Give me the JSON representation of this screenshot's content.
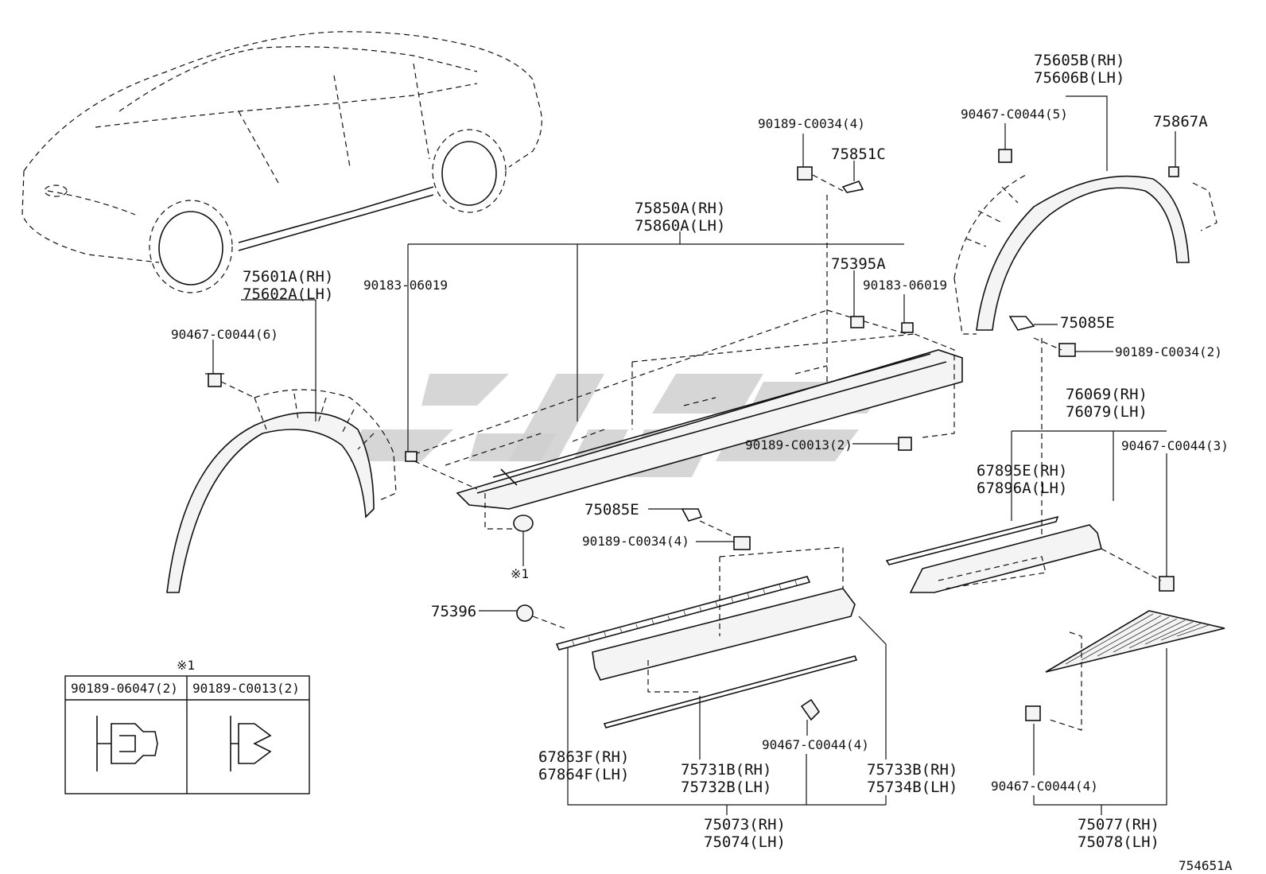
{
  "labels": {
    "p75601": "75601A(RH)",
    "p75602": "75602A(LH)",
    "c90467_6": "90467-C0044(6)",
    "p75850": "75850A(RH)",
    "p75860": "75860A(LH)",
    "p90183_left": "90183-06019",
    "p90183_right": "90183-06019",
    "c90189_0034_4_top": "90189-C0034(4)",
    "p75851C": "75851C",
    "p75395A": "75395A",
    "p75605": "75605B(RH)",
    "p75606": "75606B(LH)",
    "c90467_5": "90467-C0044(5)",
    "p75867A": "75867A",
    "p75085E_right": "75085E",
    "c90189_0034_2": "90189-C0034(2)",
    "c90189_0013_2": "90189-C0013(2)",
    "p76069": "76069(RH)",
    "p76079": "76079(LH)",
    "p67895": "67895E(RH)",
    "p67896": "67896A(LH)",
    "c90467_3": "90467-C0044(3)",
    "p75085E_mid": "75085E",
    "c90189_0034_4_mid": "90189-C0034(4)",
    "note_mark": "※1",
    "p75396": "75396",
    "c90467_4_mid": "90467-C0044(4)",
    "p67863": "67863F(RH)",
    "p67864": "67864F(LH)",
    "p75731": "75731B(RH)",
    "p75732": "75732B(LH)",
    "p75733": "75733B(RH)",
    "p75734": "75734B(LH)",
    "p75073": "75073(RH)",
    "p75074": "75074(LH)",
    "c90467_4_right": "90467-C0044(4)",
    "p75077": "75077(RH)",
    "p75078": "75078(LH)",
    "diagram_id": "754651A"
  },
  "note_box": {
    "title": "※1",
    "col1": "90189-06047(2)",
    "col2": "90189-C0013(2)"
  }
}
